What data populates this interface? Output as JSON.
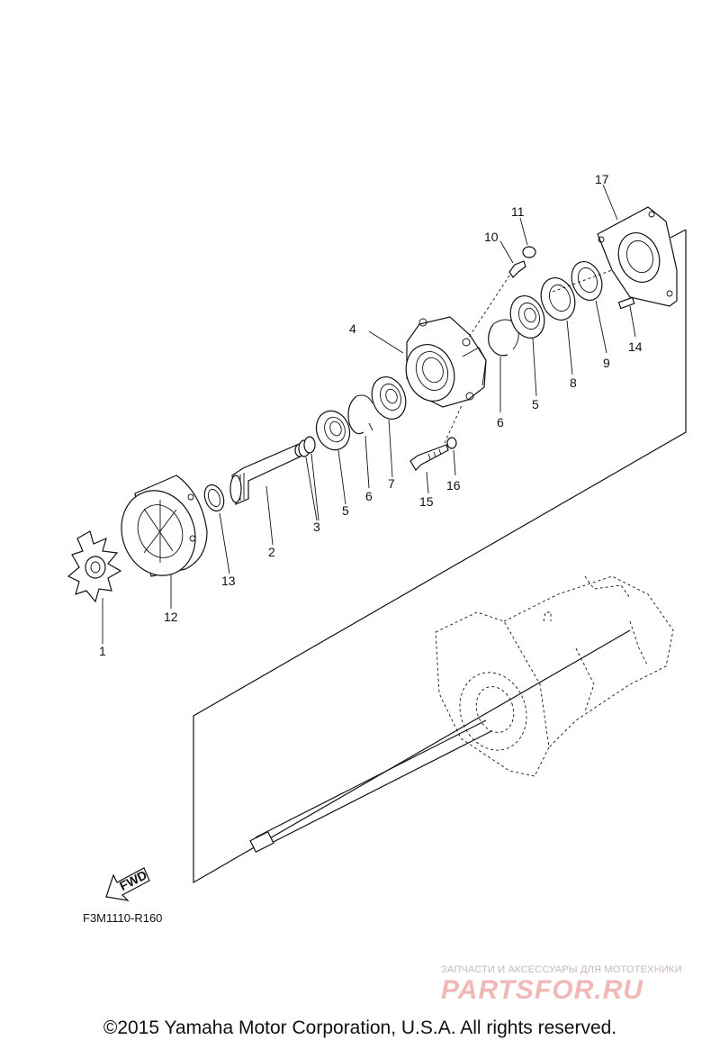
{
  "diagram": {
    "callouts": [
      "1",
      "2",
      "3",
      "4",
      "5",
      "5",
      "6",
      "6",
      "7",
      "8",
      "9",
      "10",
      "11",
      "12",
      "13",
      "14",
      "15",
      "16",
      "17"
    ],
    "figure_code": "F3M1110-R160",
    "fwd_label": "FWD"
  },
  "watermark": {
    "tagline": "ЗАПЧАСТИ И АКСЕССУАРЫ ДЛЯ МОТОТЕХНИКИ",
    "brand": "PARTSFOR.RU"
  },
  "footer": {
    "copyright": "©2015 Yamaha Motor Corporation, U.S.A. All rights reserved."
  }
}
